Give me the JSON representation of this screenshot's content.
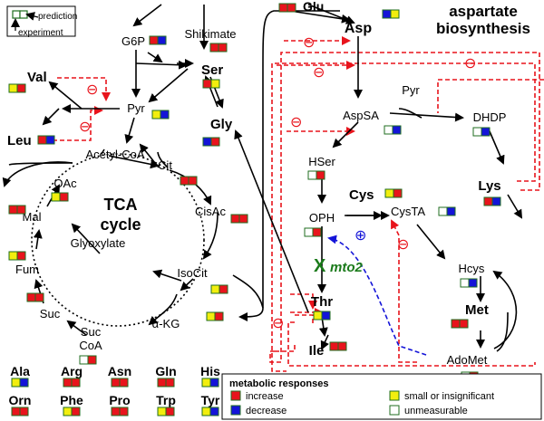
{
  "colors": {
    "increase": "#e8141c",
    "decrease": "#1414d8",
    "small": "#f2ee0e",
    "unmeasurable": "#ffffff",
    "border": "#1f6e1f",
    "inhibit": "#e8141c",
    "activate": "#1414d8",
    "mutant": "#1a7a1a"
  },
  "key": {
    "prediction_label": "prediction",
    "experiment_label": "experiment"
  },
  "title": {
    "line1": "aspartate",
    "line2": "biosynthesis"
  },
  "tca_title": {
    "line1": "TCA",
    "line2": "cycle"
  },
  "mutant": {
    "mark": "X",
    "name": "mto2"
  },
  "signs": {
    "inhibit": "⊖",
    "activate": "⊕"
  },
  "metabolites": [
    {
      "id": "glu",
      "label": "Glu",
      "bold": true,
      "exp": "increase",
      "pred": "increase"
    },
    {
      "id": "asp",
      "label": "Asp",
      "bold": true,
      "exp": "decrease",
      "pred": "small"
    },
    {
      "id": "g6p",
      "label": "G6P",
      "bold": false,
      "exp": "increase",
      "pred": "decrease"
    },
    {
      "id": "shikimate",
      "label": "Shikimate",
      "bold": false,
      "exp": "increase",
      "pred": "increase"
    },
    {
      "id": "ser",
      "label": "Ser",
      "bold": true,
      "exp": "increase",
      "pred": "small"
    },
    {
      "id": "val",
      "label": "Val",
      "bold": true,
      "exp": "small",
      "pred": "increase"
    },
    {
      "id": "pyr",
      "label": "Pyr",
      "bold": false,
      "exp": "small",
      "pred": "decrease"
    },
    {
      "id": "leu",
      "label": "Leu",
      "bold": true,
      "exp": "increase",
      "pred": "decrease"
    },
    {
      "id": "gly",
      "label": "Gly",
      "bold": true,
      "exp": "decrease",
      "pred": "increase"
    },
    {
      "id": "acetylcoa",
      "label": "Acetyl-CoA",
      "bold": false,
      "exp": null,
      "pred": null
    },
    {
      "id": "oac",
      "label": "OAc",
      "bold": false,
      "exp": "small",
      "pred": "increase"
    },
    {
      "id": "cit",
      "label": "Cit",
      "bold": false,
      "exp": "increase",
      "pred": "increase"
    },
    {
      "id": "mal",
      "label": "Mal",
      "bold": false,
      "exp": "increase",
      "pred": "increase"
    },
    {
      "id": "cisac",
      "label": "CisAc",
      "bold": false,
      "exp": "increase",
      "pred": "increase"
    },
    {
      "id": "glyoxylate",
      "label": "Glyoxylate",
      "bold": false,
      "exp": null,
      "pred": null
    },
    {
      "id": "fum",
      "label": "Fum",
      "bold": false,
      "exp": "small",
      "pred": "increase"
    },
    {
      "id": "isocit",
      "label": "IsoCit",
      "bold": false,
      "exp": "small",
      "pred": "increase"
    },
    {
      "id": "suc",
      "label": "Suc",
      "bold": false,
      "exp": "increase",
      "pred": "increase"
    },
    {
      "id": "akg",
      "label": "α-KG",
      "bold": false,
      "exp": "small",
      "pred": "increase"
    },
    {
      "id": "succoa1",
      "label": "Suc",
      "bold": false,
      "exp": "unmeasurable",
      "pred": "increase"
    },
    {
      "id": "succoa2",
      "label": "CoA",
      "bold": false,
      "exp": null,
      "pred": null
    },
    {
      "id": "aspsa",
      "label": "AspSA",
      "bold": false,
      "exp": "unmeasurable",
      "pred": "decrease"
    },
    {
      "id": "pyr2",
      "label": "Pyr",
      "bold": false,
      "exp": null,
      "pred": null
    },
    {
      "id": "dhdp",
      "label": "DHDP",
      "bold": false,
      "exp": "unmeasurable",
      "pred": "decrease"
    },
    {
      "id": "hser",
      "label": "HSer",
      "bold": false,
      "exp": "unmeasurable",
      "pred": "increase"
    },
    {
      "id": "lys",
      "label": "Lys",
      "bold": true,
      "exp": "increase",
      "pred": "decrease"
    },
    {
      "id": "cys",
      "label": "Cys",
      "bold": true,
      "exp": "small",
      "pred": "increase"
    },
    {
      "id": "oph",
      "label": "OPH",
      "bold": false,
      "exp": "unmeasurable",
      "pred": "increase"
    },
    {
      "id": "cysta",
      "label": "CysTA",
      "bold": false,
      "exp": "unmeasurable",
      "pred": "decrease"
    },
    {
      "id": "hcys",
      "label": "Hcys",
      "bold": false,
      "exp": "unmeasurable",
      "pred": "decrease"
    },
    {
      "id": "met",
      "label": "Met",
      "bold": true,
      "exp": "increase",
      "pred": "increase"
    },
    {
      "id": "thr",
      "label": "Thr",
      "bold": true,
      "exp": "small",
      "pred": "decrease"
    },
    {
      "id": "ile",
      "label": "Ile",
      "bold": true,
      "exp": "increase",
      "pred": "increase"
    },
    {
      "id": "adomet",
      "label": "AdoMet",
      "bold": false,
      "exp": "unmeasurable",
      "pred": "increase"
    }
  ],
  "amino_acids": [
    {
      "label": "Ala",
      "exp": "small",
      "pred": "decrease"
    },
    {
      "label": "Arg",
      "exp": "increase",
      "pred": "increase"
    },
    {
      "label": "Asn",
      "exp": "increase",
      "pred": "increase"
    },
    {
      "label": "Gln",
      "exp": "increase",
      "pred": "increase"
    },
    {
      "label": "His",
      "exp": "small",
      "pred": "decrease"
    },
    {
      "label": "Orn",
      "exp": "increase",
      "pred": "increase"
    },
    {
      "label": "Phe",
      "exp": "small",
      "pred": "increase"
    },
    {
      "label": "Pro",
      "exp": "increase",
      "pred": "increase"
    },
    {
      "label": "Trp",
      "exp": "small",
      "pred": "increase"
    },
    {
      "label": "Tyr",
      "exp": "small",
      "pred": "decrease"
    }
  ],
  "legend": {
    "title": "metabolic responses",
    "items": [
      {
        "key": "increase",
        "label": "increase"
      },
      {
        "key": "small",
        "label": "small or insignificant"
      },
      {
        "key": "decrease",
        "label": "decrease"
      },
      {
        "key": "unmeasurable",
        "label": "unmeasurable"
      }
    ]
  }
}
